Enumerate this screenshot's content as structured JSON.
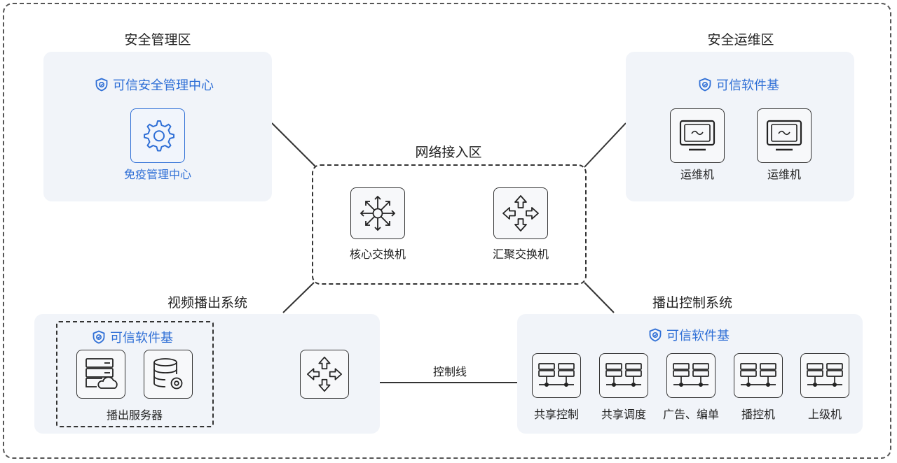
{
  "zones": {
    "security_mgmt": {
      "title": "安全管理区",
      "trusted_label": "可信安全管理中心",
      "device_label": "免疫管理中心"
    },
    "security_ops": {
      "title": "安全运维区",
      "trusted_label": "可信软件基",
      "devices": [
        "运维机",
        "运维机"
      ]
    },
    "network_access": {
      "title": "网络接入区",
      "devices": [
        "核心交换机",
        "汇聚交换机"
      ]
    },
    "video_broadcast": {
      "title": "视频播出系统",
      "trusted_label": "可信软件基",
      "server_group_label": "播出服务器"
    },
    "broadcast_control": {
      "title": "播出控制系统",
      "trusted_label": "可信软件基",
      "devices": [
        "共享控制",
        "共享调度",
        "广告、编单",
        "播控机",
        "上级机"
      ]
    }
  },
  "links": {
    "control_line_label": "控制线"
  },
  "colors": {
    "accent": "#2f6fd6",
    "panel_bg": "#f1f4f9",
    "border": "#333333"
  },
  "icons": {
    "trusted": "shield-icon",
    "gear": "gear-icon",
    "monitor": "monitor-icon",
    "core_switch": "core-switch-icon",
    "aggregation_switch": "aggregation-switch-icon",
    "server": "server-icon",
    "database": "database-icon"
  }
}
